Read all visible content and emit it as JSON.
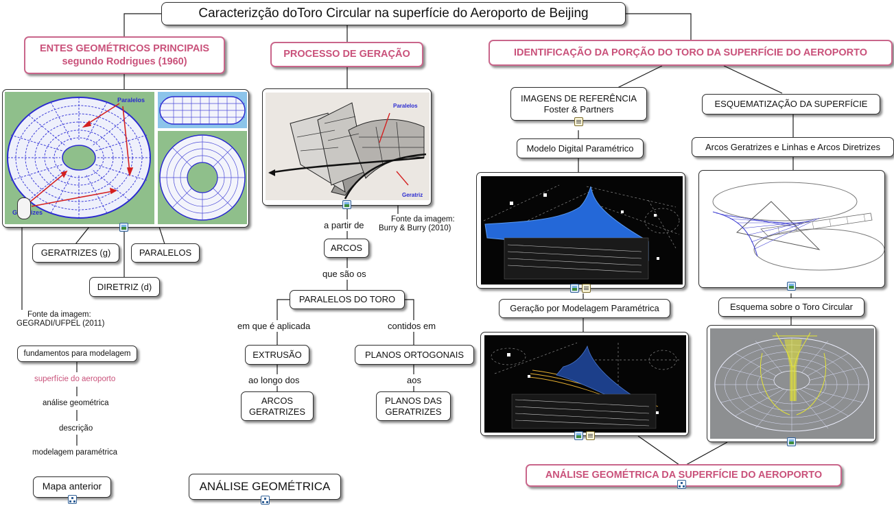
{
  "title": "Caracterizção doToro Circular na superfície do Aeroporto de Beijing",
  "main_topics": {
    "entes": [
      "ENTES GEOMÉTRICOS PRINCIPAIS",
      "segundo Rodrigues (1960)"
    ],
    "processo": "PROCESSO DE GERAÇÃO",
    "identificacao": "IDENTIFICAÇÃO DA PORÇÃO DO TORO DA SUPERFÍCIE DO AEROPORTO"
  },
  "torus_image": {
    "labels": {
      "paralelos": "Paralelos",
      "geratrizes": "Geratrizes"
    },
    "source": [
      "Fonte da imagem:",
      "GEGRADI/UFPEL (2011)"
    ]
  },
  "entes_nodes": {
    "geratrizes": "GERATRIZES (g)",
    "paralelos": "PARALELOS",
    "diretriz": "DIRETRIZ (d)"
  },
  "breadcrumb": {
    "fundamentos": "fundamentos para modelagem",
    "superficie": "superfície do aeroporto",
    "analise": "análise geométrica",
    "descricao": "descrição",
    "modelagem": "modelagem paramétrica"
  },
  "nav": {
    "mapa_anterior": "Mapa anterior",
    "analise_geometrica": "ANÁLISE GEOMÉTRICA"
  },
  "processo": {
    "image_labels": {
      "paralelos": "Paralelos",
      "geratriz": "Geratriz"
    },
    "source": [
      "Fonte da imagem:",
      "Burry & Burry (2010)"
    ],
    "link_a_partir": "a partir de",
    "arcos": "ARCOS",
    "link_que_sao": "que são os",
    "paralelos_toro": "PARALELOS DO TORO",
    "link_aplicada": "em que é aplicada",
    "link_contidos": "contidos em",
    "extrusao": "EXTRUSÃO",
    "planos_ortogonais": "PLANOS ORTOGONAIS",
    "link_ao_longo": "ao longo dos",
    "link_aos": "aos",
    "arcos_geratrizes": [
      "ARCOS",
      "GERATRIZES"
    ],
    "planos_geratrizes": [
      "PLANOS DAS",
      "GERATRIZES"
    ]
  },
  "identificacao": {
    "imagens_ref": [
      "IMAGENS DE REFERÊNCIA",
      "Foster & Partners"
    ],
    "esquematizacao": "ESQUEMATIZAÇÃO DA SUPERFÍCIE",
    "modelo_digital": "Modelo Digital Paramétrico",
    "arcos_linhas": "Arcos Geratrizes e Linhas e Arcos Diretrizes",
    "geracao": "Geração por Modelagem Paramétrica",
    "esquema_toro": "Esquema sobre o Toro Circular",
    "analise_superficie": "ANÁLISE GEOMÉTRICA DA SUPERFÍCIE DO AEROPORTO"
  },
  "colors": {
    "accent_pink": "#c9517a",
    "torus_green": "#8fbf8b",
    "torus_blue": "#2a2ad0"
  }
}
